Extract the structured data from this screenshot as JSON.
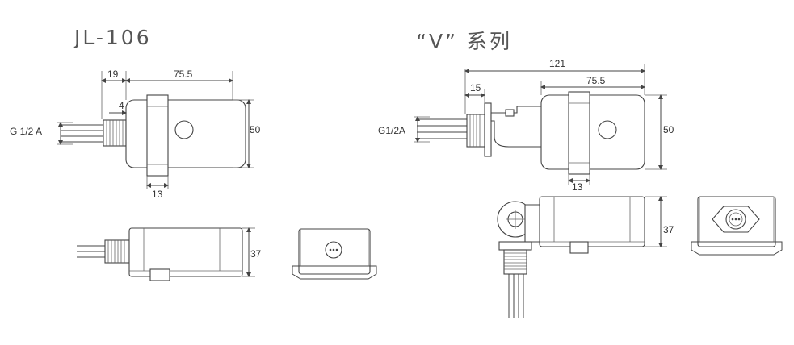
{
  "titles": {
    "left": "JL-106",
    "right": "“V” 系列"
  },
  "dims_left": {
    "d19": "19",
    "d755": "75.5",
    "d4": "4",
    "thread": "G 1/2 A",
    "d50": "50",
    "d13": "13",
    "d37": "37"
  },
  "dims_right": {
    "d121": "121",
    "d15": "15",
    "d755": "75.5",
    "thread": "G1/2A",
    "d50": "50",
    "d13": "13",
    "d37": "37"
  },
  "colors": {
    "line": "#444444",
    "text": "#333333"
  }
}
